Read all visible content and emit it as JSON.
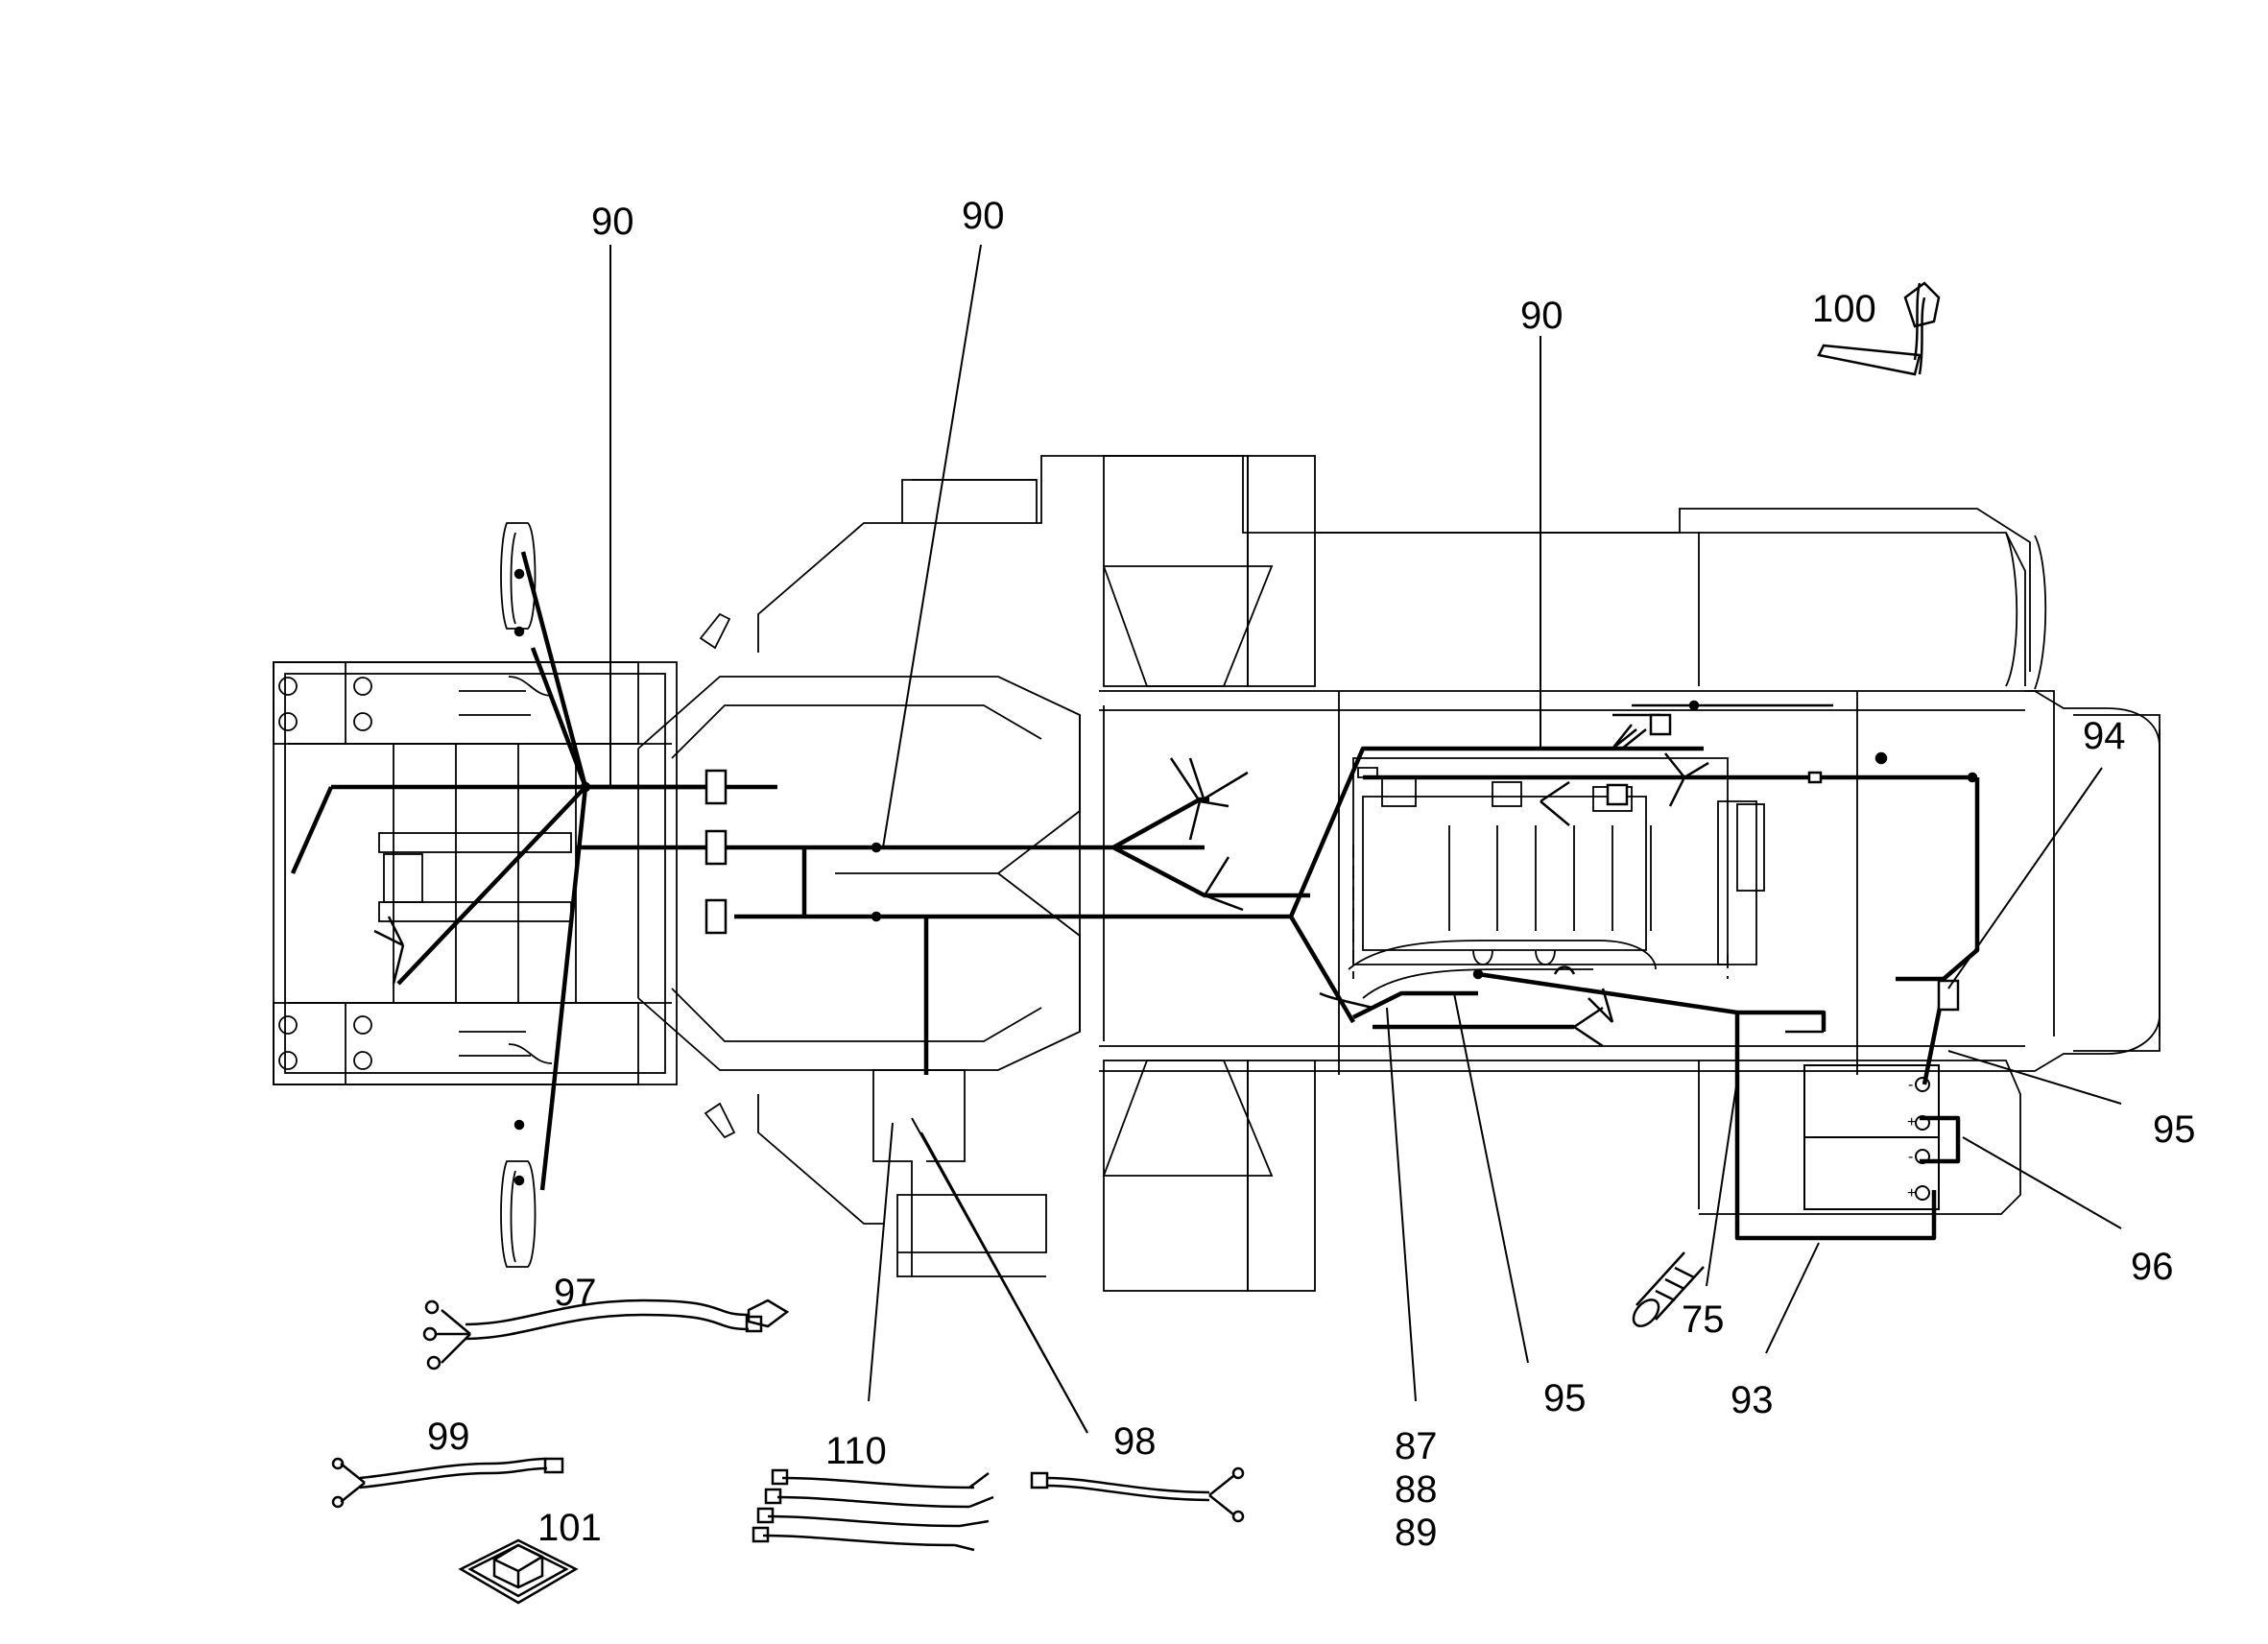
{
  "callouts": [
    {
      "id": "c90a",
      "text": "90"
    },
    {
      "id": "c90b",
      "text": "90"
    },
    {
      "id": "c90c",
      "text": "90"
    },
    {
      "id": "c100",
      "text": "100"
    },
    {
      "id": "c94",
      "text": "94"
    },
    {
      "id": "c95a",
      "text": "95"
    },
    {
      "id": "c96",
      "text": "96"
    },
    {
      "id": "c97",
      "text": "97"
    },
    {
      "id": "c75",
      "text": "75"
    },
    {
      "id": "c93",
      "text": "93"
    },
    {
      "id": "c95b",
      "text": "95"
    },
    {
      "id": "c87",
      "text": "87"
    },
    {
      "id": "c88",
      "text": "88"
    },
    {
      "id": "c89",
      "text": "89"
    },
    {
      "id": "c98",
      "text": "98"
    },
    {
      "id": "c110",
      "text": "110"
    },
    {
      "id": "c99",
      "text": "99"
    },
    {
      "id": "c101",
      "text": "101"
    }
  ],
  "terminal_signs": [
    "-",
    "+",
    "-",
    "+"
  ]
}
